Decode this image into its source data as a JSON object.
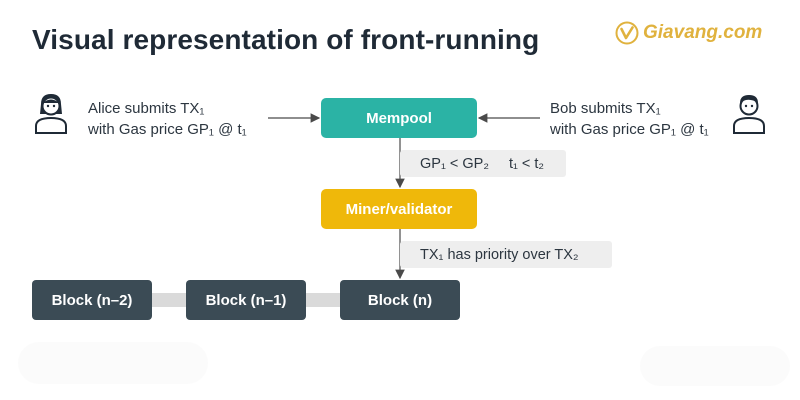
{
  "title": "Visual representation of front-running",
  "brand": {
    "name": "Giavang.com",
    "color": "#e0b23e"
  },
  "alice": {
    "icon": "woman-avatar-icon",
    "line1": "Alice submits TX₁",
    "line2": "with Gas price GP₁ @ t₁"
  },
  "bob": {
    "icon": "man-avatar-icon",
    "line1": "Bob submits TX₁",
    "line2": "with Gas price GP₁ @ t₁"
  },
  "nodes": {
    "mempool": {
      "label": "Mempool",
      "color": "#2bb3a5"
    },
    "miner": {
      "label": "Miner/validator",
      "color": "#efb80a"
    }
  },
  "notes": {
    "gas": {
      "part1": "GP₁ < GP₂",
      "part2": "t₁ < t₂"
    },
    "priority": "TX₁ has priority over TX₂"
  },
  "blocks": [
    {
      "label": "Block (n–2)"
    },
    {
      "label": "Block (n–1)"
    },
    {
      "label": "Block (n)"
    }
  ],
  "colors": {
    "block": "#3b4b55",
    "text": "#1f2a36",
    "arrow": "#4a4a4a"
  }
}
